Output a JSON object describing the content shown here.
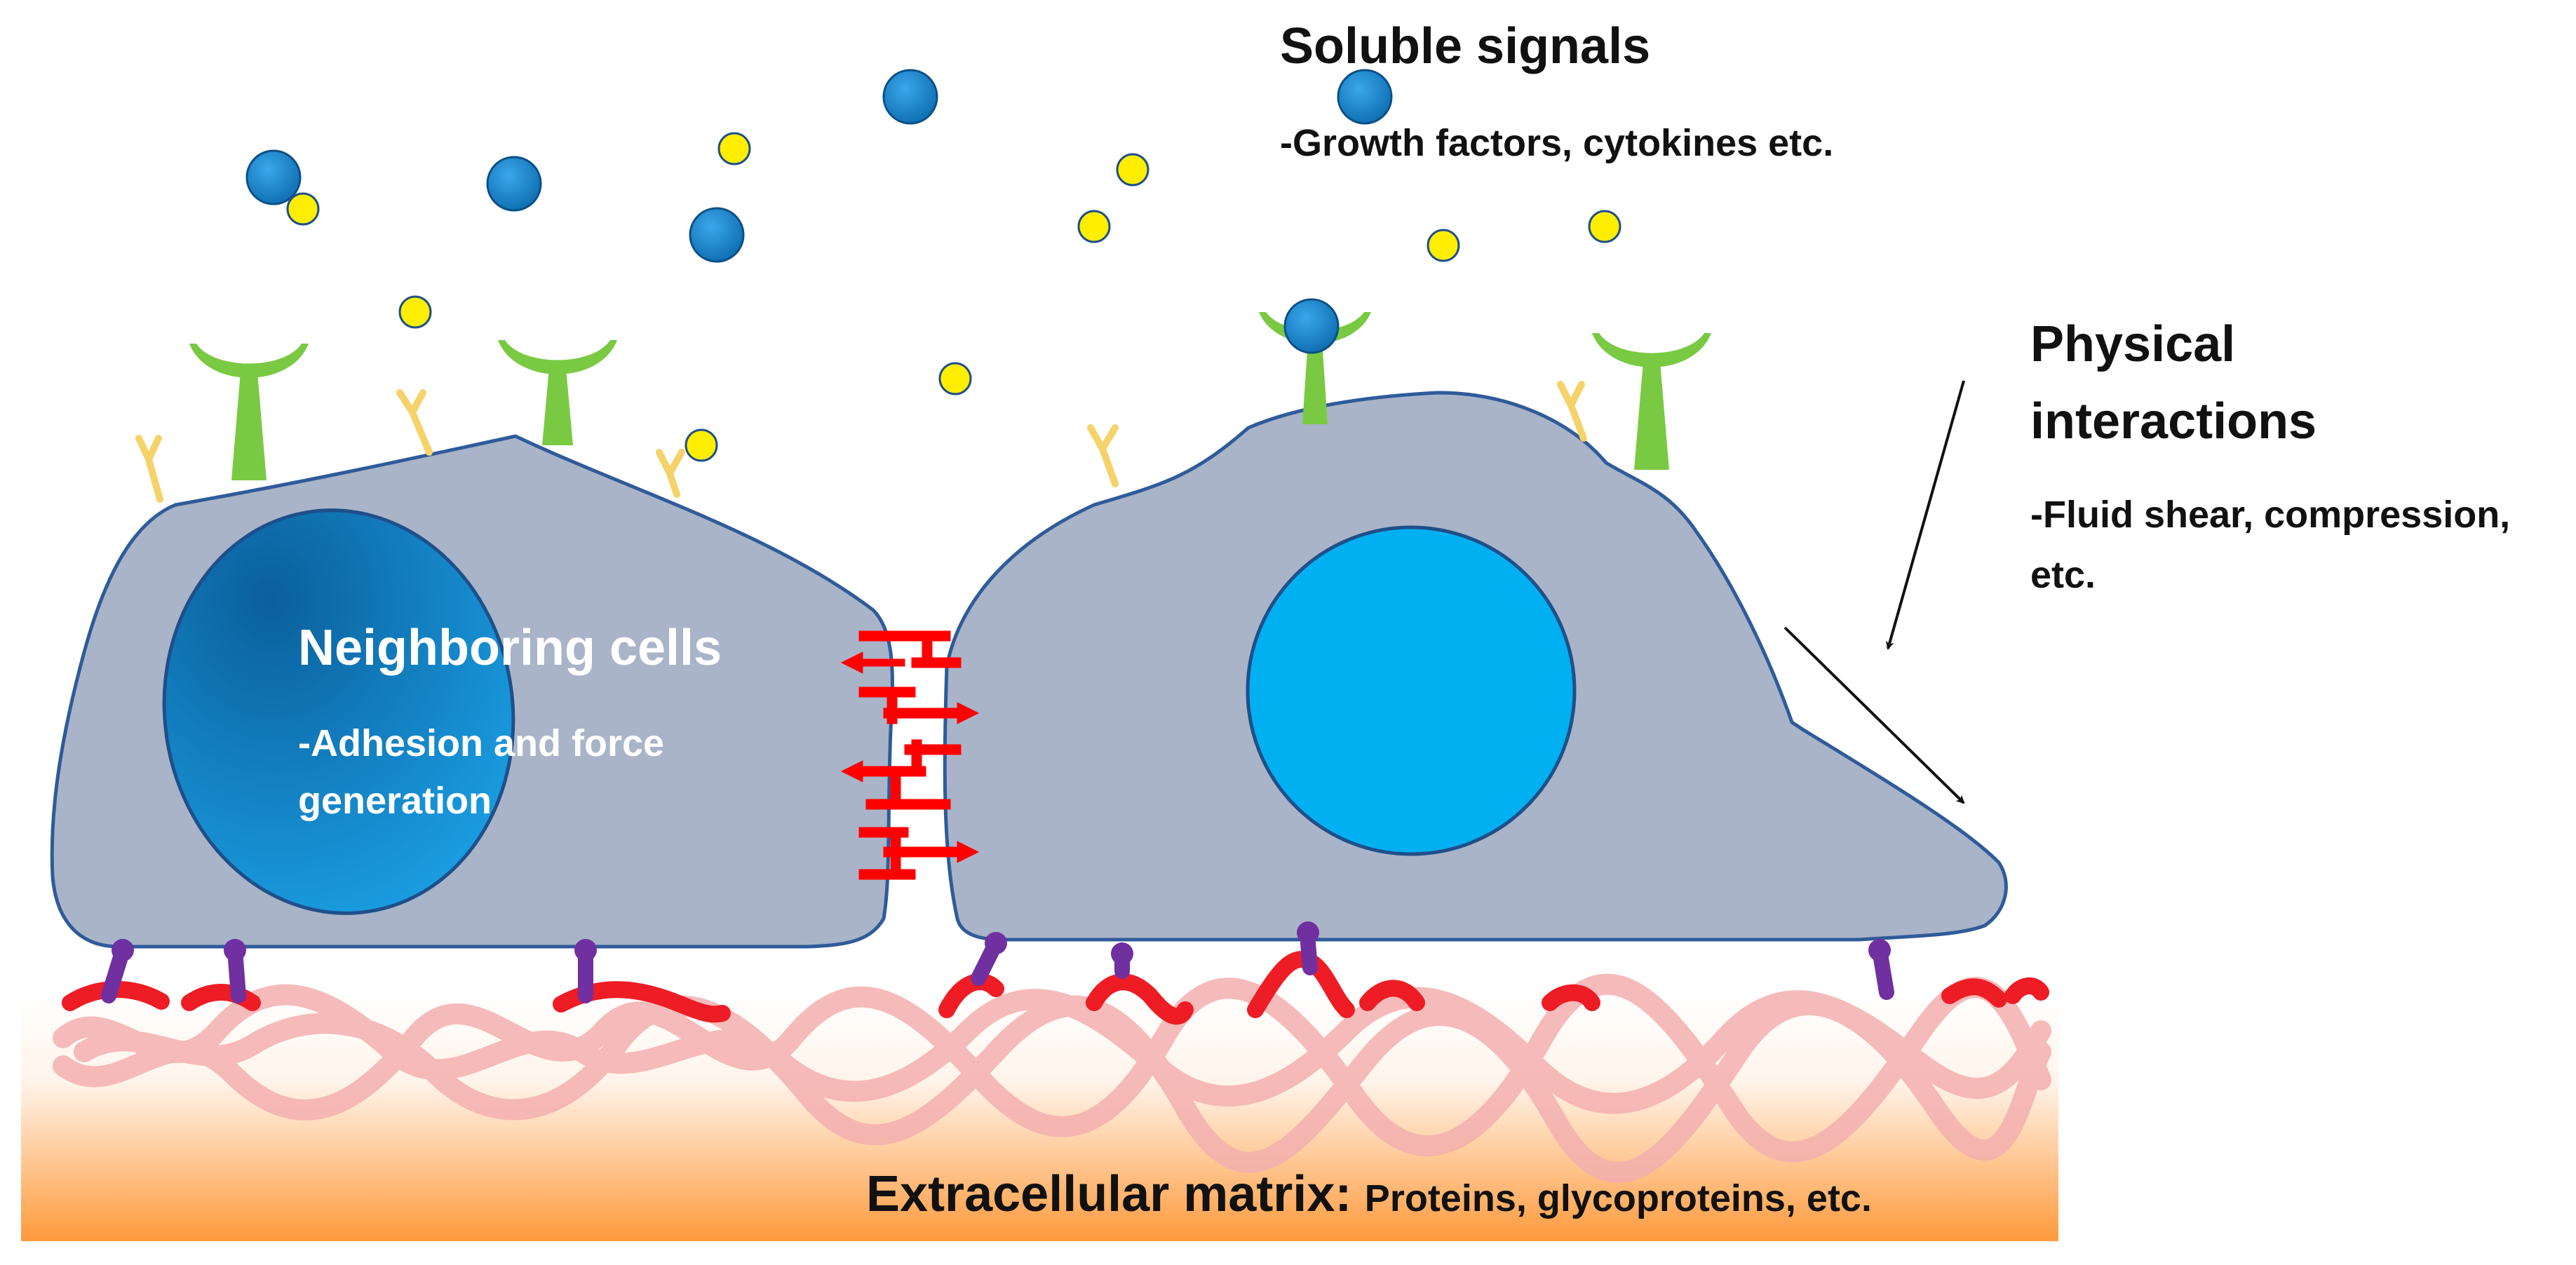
{
  "soluble_signals": {
    "title": "Soluble signals",
    "detail": "-Growth factors, cytokines etc."
  },
  "physical_interactions": {
    "title_line1": "Physical",
    "title_line2": "interactions",
    "detail_line1": "-Fluid shear, compression,",
    "detail_line2": "etc."
  },
  "neighboring_cells": {
    "title": "Neighboring cells",
    "detail_line1": "-Adhesion and force",
    "detail_line2": "generation"
  },
  "extracellular_matrix": {
    "title": "Extracellular matrix:",
    "detail": "Proteins, glycoproteins, etc."
  },
  "colors": {
    "cell_body": "#a9b4c8",
    "cell_outline": "#2f5b9a",
    "nucleus_left": "#1f7fc4",
    "nucleus_right": "#00b0f0",
    "growth_factor": "#1e8fd6",
    "cytokine": "#ffee00",
    "receptor_large": "#7ac943",
    "receptor_small": "#f5d36a",
    "junction": "#ff0000",
    "integrin": "#7030a0",
    "matrix_fiber": "#f7b8b8",
    "matrix_protein": "#ee1c24",
    "matrix_gradient_top": "#ffffff",
    "matrix_gradient_bottom": "#ff9a3c"
  }
}
